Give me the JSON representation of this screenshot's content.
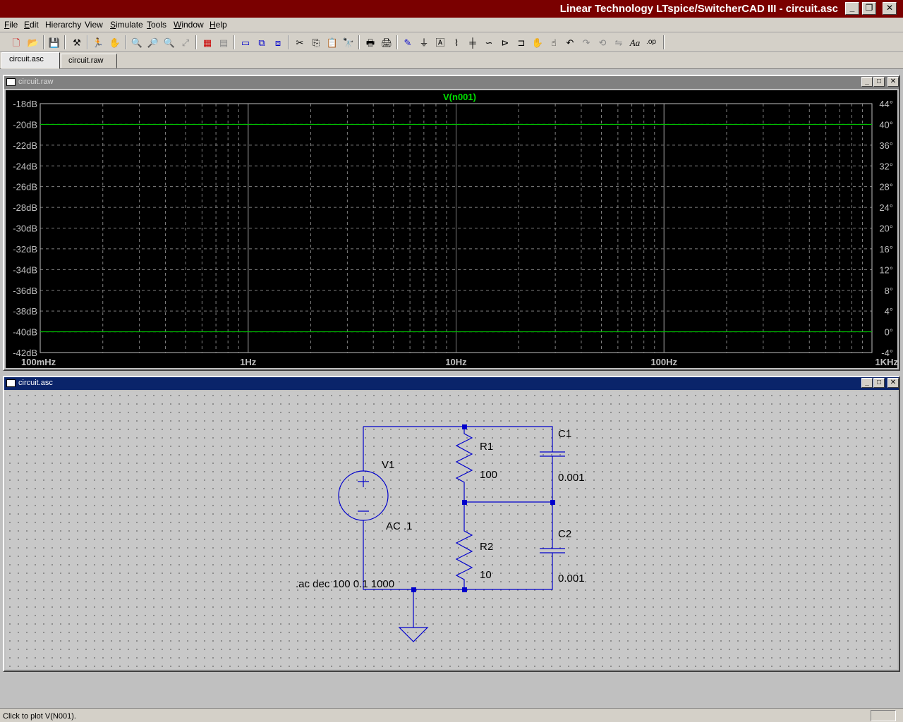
{
  "window": {
    "title": "Linear Technology LTspice/SwitcherCAD III - circuit.asc"
  },
  "menu": [
    {
      "label": "File",
      "accel": "F",
      "rest": "ile"
    },
    {
      "label": "Edit",
      "accel": "E",
      "rest": "dit"
    },
    {
      "label": "Hierarchy",
      "accel": "",
      "rest": "Hierarchy"
    },
    {
      "label": "View",
      "accel": "",
      "rest": "View"
    },
    {
      "label": "Simulate",
      "accel": "S",
      "rest": "imulate"
    },
    {
      "label": "Tools",
      "accel": "T",
      "rest": "ools"
    },
    {
      "label": "Window",
      "accel": "W",
      "rest": "indow"
    },
    {
      "label": "Help",
      "accel": "H",
      "rest": "elp"
    }
  ],
  "tabs": [
    {
      "label": "circuit.asc"
    },
    {
      "label": "circuit.raw"
    }
  ],
  "plot_window": {
    "title": "circuit.raw"
  },
  "schematic_window": {
    "title": "circuit.asc"
  },
  "status": {
    "text": "Click to plot V(N001)."
  },
  "colors": {
    "trace": "#00c000",
    "wire": "#0000cc",
    "grid": "#808080",
    "title_active": "#0a246a"
  },
  "chart_data": {
    "type": "line",
    "title": "V(n001)",
    "x_scale": "log",
    "xlim": [
      0.1,
      1000
    ],
    "x_tick_labels": [
      "100mHz",
      "1Hz",
      "10Hz",
      "100Hz",
      "1KHz"
    ],
    "x_tick_values": [
      0.1,
      1,
      10,
      100,
      1000
    ],
    "y_left_label_unit": "dB",
    "ylim": [
      -42,
      -18
    ],
    "y_left_ticks": [
      "-18dB",
      "-20dB",
      "-22dB",
      "-24dB",
      "-26dB",
      "-28dB",
      "-30dB",
      "-32dB",
      "-34dB",
      "-36dB",
      "-38dB",
      "-40dB",
      "-42dB"
    ],
    "y_right_ticks": [
      "44°",
      "40°",
      "36°",
      "32°",
      "28°",
      "24°",
      "20°",
      "16°",
      "12°",
      "8°",
      "4°",
      "0°",
      "-4°"
    ],
    "y_right_lim": [
      -4,
      44
    ],
    "series": [
      {
        "name": "V(n001) magnitude",
        "axis": "left",
        "x": [
          0.1,
          1000
        ],
        "y": [
          -20.0,
          -20.0
        ]
      },
      {
        "name": "V(n001) phase",
        "axis": "right",
        "x": [
          0.1,
          1000
        ],
        "y": [
          0,
          0
        ]
      }
    ]
  },
  "schematic": {
    "labels": {
      "v1_name": "V1",
      "v1_value": "AC .1",
      "r1_name": "R1",
      "r1_value": "100",
      "r2_name": "R2",
      "r2_value": "10",
      "c1_name": "C1",
      "c1_value": "0.001",
      "c2_name": "C2",
      "c2_value": "0.001",
      "directive": ".ac dec 100 0.1 1000"
    }
  }
}
